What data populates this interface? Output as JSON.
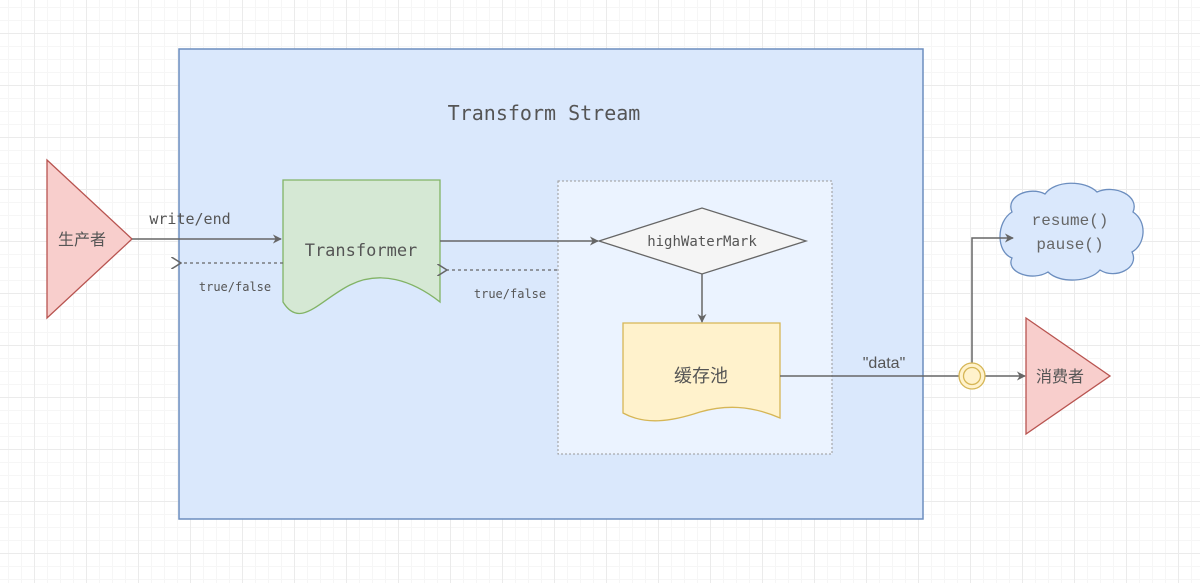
{
  "diagram": {
    "container": {
      "title": "Transform Stream"
    },
    "producer": {
      "label": "生产者"
    },
    "consumer": {
      "label": "消费者"
    },
    "transformer": {
      "label": "Transformer"
    },
    "decision": {
      "label": "highWaterMark"
    },
    "buffer": {
      "label": "缓存池"
    },
    "cloud": {
      "lines": [
        "resume()",
        "pause()"
      ]
    },
    "edges": {
      "write_end": "write/end",
      "return_producer": "true/false",
      "return_transformer": "true/false",
      "data_event": "\"data\""
    },
    "colors": {
      "container_fill": "#dae8fc",
      "container_stroke": "#6c8ebf",
      "inner_fill": "#ebf3ff",
      "actor_fill": "#f8cecc",
      "actor_stroke": "#b85450",
      "transformer_fill": "#d5e8d4",
      "transformer_stroke": "#82b366",
      "decision_fill": "#f5f5f5",
      "decision_stroke": "#666666",
      "buffer_fill": "#fff2cc",
      "buffer_stroke": "#d6b656",
      "edge": "#666666"
    }
  }
}
